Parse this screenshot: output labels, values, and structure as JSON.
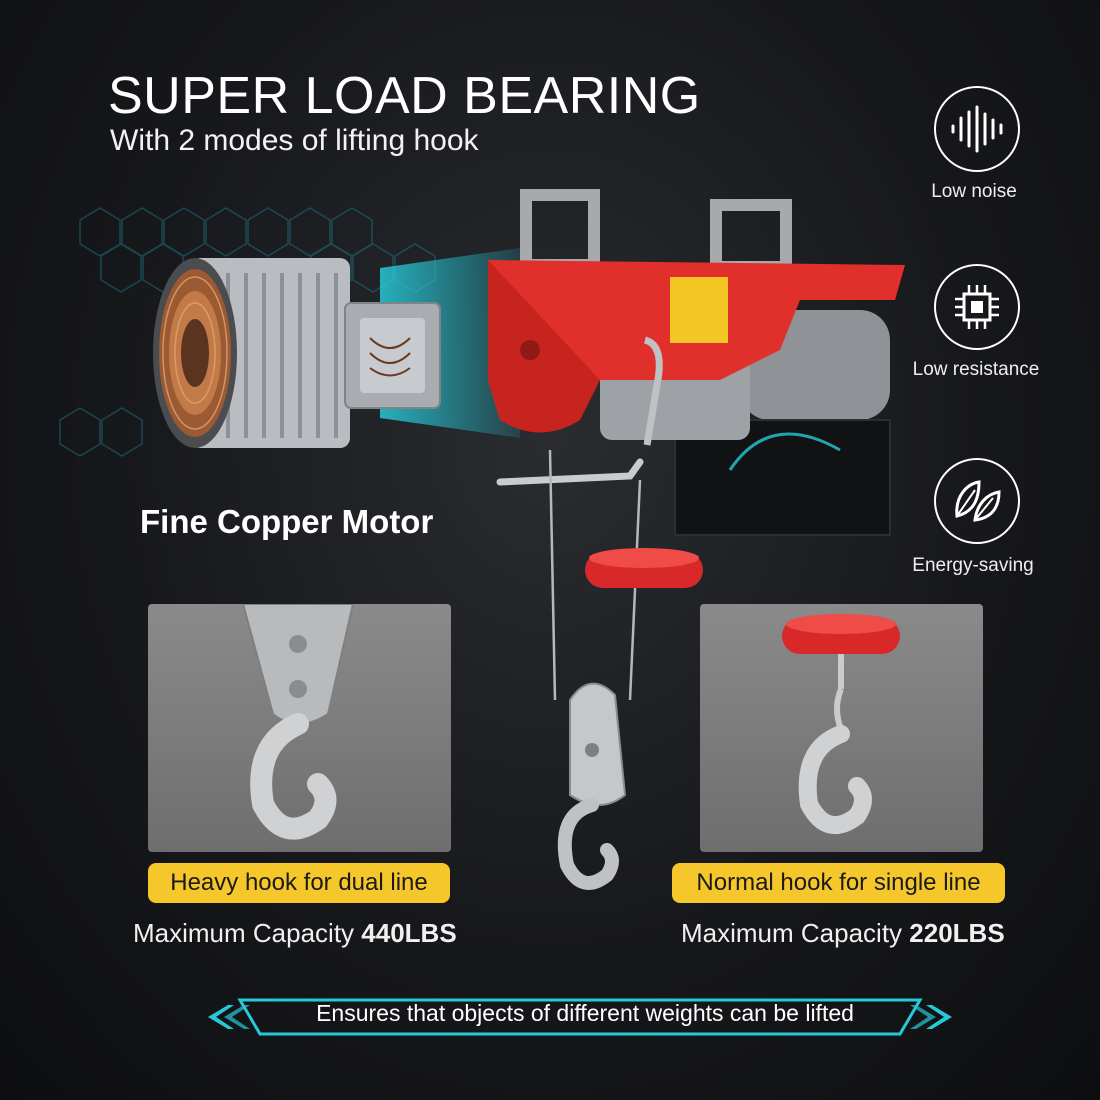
{
  "header": {
    "title": "SUPER LOAD BEARING",
    "subtitle": "With 2 modes of lifting hook"
  },
  "features": [
    {
      "icon": "sound-wave-icon",
      "label": "Low noise"
    },
    {
      "icon": "chip-icon",
      "label": "Low resistance"
    },
    {
      "icon": "leaf-icon",
      "label": "Energy-saving"
    }
  ],
  "motor": {
    "label": "Fine Copper Motor"
  },
  "hooks": {
    "left": {
      "badge": "Heavy hook for dual line",
      "capacity_prefix": "Maximum Capacity ",
      "capacity_value": "440LBS"
    },
    "right": {
      "badge": "Normal hook for single line",
      "capacity_prefix": "Maximum Capacity ",
      "capacity_value": "220LBS"
    }
  },
  "footer": {
    "text": "Ensures that objects of different weights can be lifted"
  },
  "colors": {
    "accent_cyan": "#27c9d8",
    "badge_yellow": "#f6c72b",
    "hoist_red": "#e1302c",
    "hook_red": "#d8282a"
  }
}
